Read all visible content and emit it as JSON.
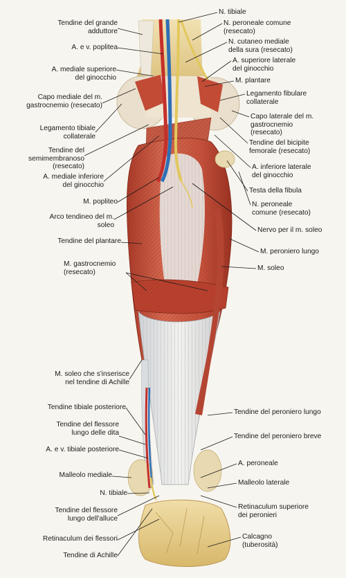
{
  "colors": {
    "muscle": "#c8553f",
    "muscle_dark": "#9e3424",
    "tendon": "#e6e4de",
    "bone": "#e8d29a",
    "artery": "#c4302b",
    "vein": "#2f6fb5",
    "nerve": "#e6d070",
    "leader": "#1a1a1a"
  },
  "labels_left": [
    {
      "id": "tendine-grande-adduttore",
      "text": "Tendine del grande\nadduttore"
    },
    {
      "id": "a-v-poplitea",
      "text": "A. e v. poplitea"
    },
    {
      "id": "a-mediale-superiore-ginocchio",
      "text": "A. mediale superiore\ndel ginocchio"
    },
    {
      "id": "capo-mediale-gastrocnemio",
      "text": "Capo mediale del m.\ngastrocnemio (resecato)"
    },
    {
      "id": "legamento-tibiale-collaterale",
      "text": "Legamento tibiale\ncollaterale"
    },
    {
      "id": "tendine-semimembranoso",
      "text": "Tendine del\nsemimembranoso\n(resecato)"
    },
    {
      "id": "a-mediale-inferiore-ginocchio",
      "text": "A. mediale inferiore\ndel ginocchio"
    },
    {
      "id": "m-popliteo",
      "text": "M. popliteo"
    },
    {
      "id": "arco-tendineo-soleo",
      "text": "Arco tendineo del m.\nsoleo"
    },
    {
      "id": "tendine-plantare",
      "text": "Tendine del plantare"
    },
    {
      "id": "m-gastrocnemio-resecato",
      "text": "M. gastrocnemio\n(resecato)"
    },
    {
      "id": "m-soleo-achille",
      "text": "M. soleo che s'inserisce\nnel tendine di Achille"
    },
    {
      "id": "tendine-tibiale-posteriore",
      "text": "Tendine tibiale posteriore"
    },
    {
      "id": "tendine-flessore-lungo-dita",
      "text": "Tendine del flessore\nlungo delle dita"
    },
    {
      "id": "a-v-tibiale-posteriore",
      "text": "A. e v. tibiale posteriore"
    },
    {
      "id": "malleolo-mediale",
      "text": "Malleolo mediale"
    },
    {
      "id": "n-tibiale-basso",
      "text": "N. tibiale"
    },
    {
      "id": "tendine-flessore-lungo-alluce",
      "text": "Tendine del flessore\nlungo dell'alluce"
    },
    {
      "id": "retinaculum-flessori",
      "text": "Retinaculum dei flessori"
    },
    {
      "id": "tendine-achille",
      "text": "Tendine di Achille"
    }
  ],
  "labels_right": [
    {
      "id": "n-tibiale-alto",
      "text": "N. tibiale"
    },
    {
      "id": "n-peroneale-comune-resecato-alto",
      "text": "N. peroneale comune\n(resecato)"
    },
    {
      "id": "n-cutaneo-mediale-sura",
      "text": "N. cutaneo mediale\ndella sura (resecato)"
    },
    {
      "id": "a-superiore-laterale-ginocchio",
      "text": "A. superiore laterale\ndel ginocchio"
    },
    {
      "id": "m-plantare",
      "text": "M. plantare"
    },
    {
      "id": "legamento-fibulare-collaterale",
      "text": "Legamento fibulare\ncollaterale"
    },
    {
      "id": "capo-laterale-gastrocnemio",
      "text": "Capo laterale del m.\ngastrocnemio\n(resecato)"
    },
    {
      "id": "tendine-bicipite-femorale",
      "text": "Tendine del bicipite\nfemorale (resecato)"
    },
    {
      "id": "a-inferiore-laterale-ginocchio",
      "text": "A. inferiore laterale\ndel ginocchio"
    },
    {
      "id": "testa-fibula",
      "text": "Testa della fibula"
    },
    {
      "id": "n-peroneale-comune-resecato-basso",
      "text": "N. peroneale\ncomune (resecato)"
    },
    {
      "id": "nervo-m-soleo",
      "text": "Nervo per il m. soleo"
    },
    {
      "id": "m-peroniero-lungo",
      "text": "M. peroniero lungo"
    },
    {
      "id": "m-soleo",
      "text": "M. soleo"
    },
    {
      "id": "tendine-peroniero-lungo",
      "text": "Tendine del peroniero lungo"
    },
    {
      "id": "tendine-peroniero-breve",
      "text": "Tendine del peroniero breve"
    },
    {
      "id": "a-peroneale",
      "text": "A. peroneale"
    },
    {
      "id": "malleolo-laterale",
      "text": "Malleolo laterale"
    },
    {
      "id": "retinaculum-superiore-peronieri",
      "text": "Retinaculum superiore\ndei peronieri"
    },
    {
      "id": "calcagno-tuberosita",
      "text": "Calcagno\n(tuberosità)"
    }
  ]
}
